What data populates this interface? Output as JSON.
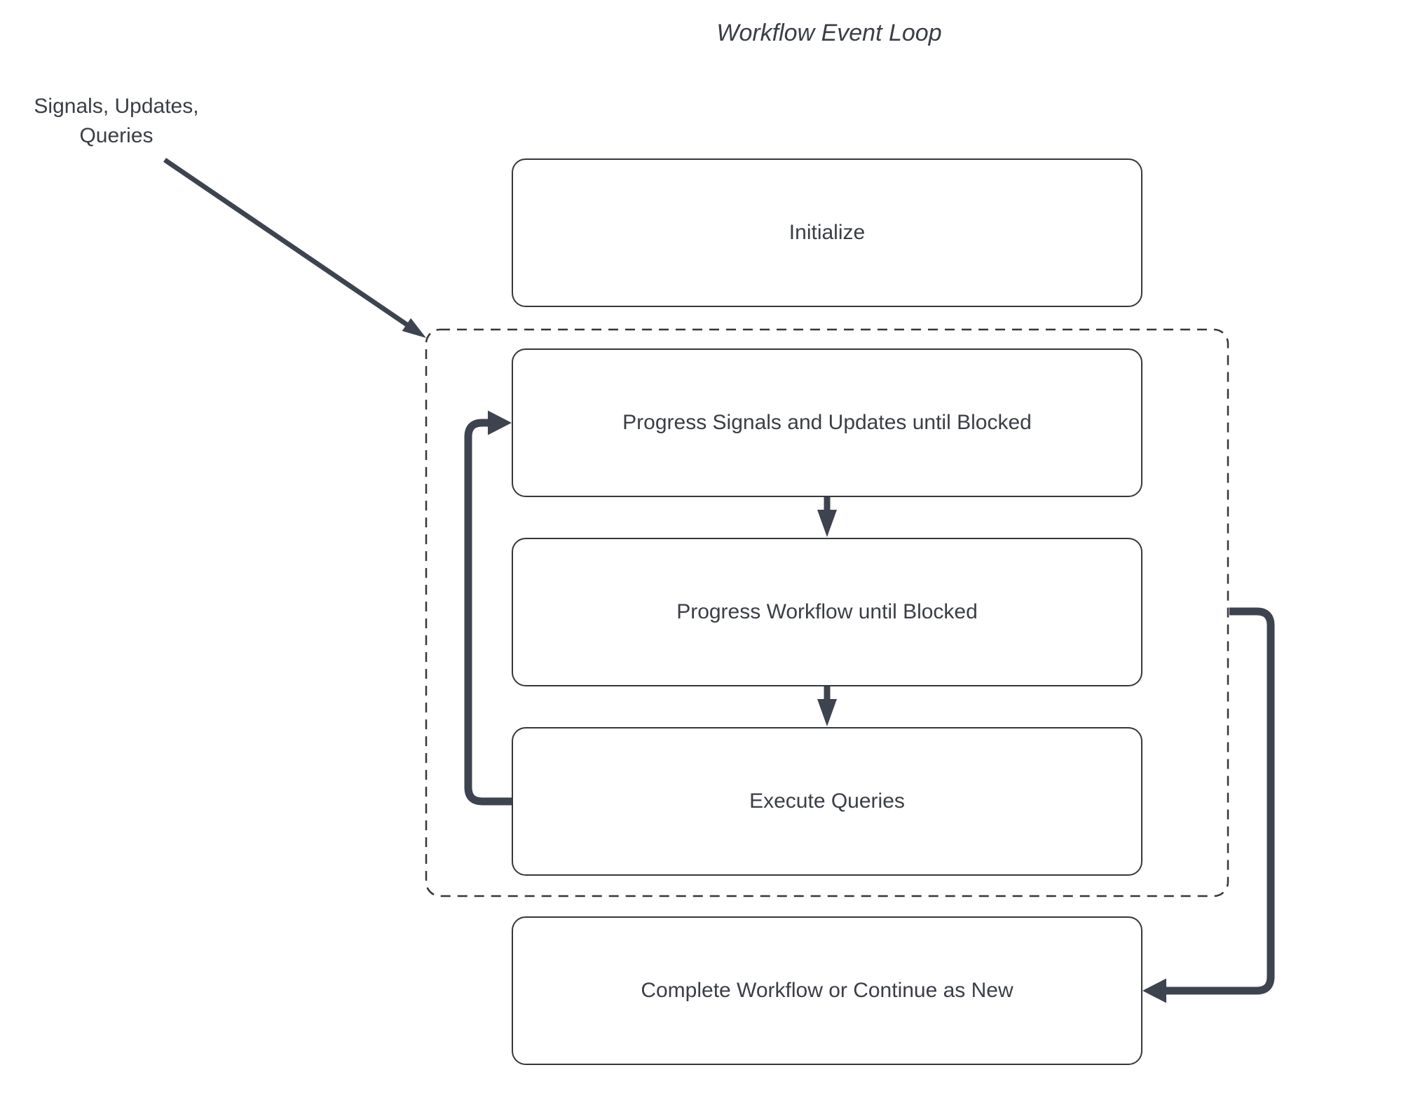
{
  "title": "Workflow Event Loop",
  "annotation": {
    "text": "Signals, Updates,\nQueries"
  },
  "nodes": {
    "initialize": {
      "label": "Initialize"
    },
    "progress_signals": {
      "label": "Progress Signals and Updates until Blocked"
    },
    "progress_workflow": {
      "label": "Progress Workflow until Blocked"
    },
    "execute_queries": {
      "label": "Execute Queries"
    },
    "complete": {
      "label": "Complete Workflow or Continue as New"
    }
  },
  "colors": {
    "arrow": "#3d4450",
    "node_border": "#34373c",
    "dashed_border": "#33363a",
    "text": "#3a3e45",
    "background": "#ffffff"
  }
}
